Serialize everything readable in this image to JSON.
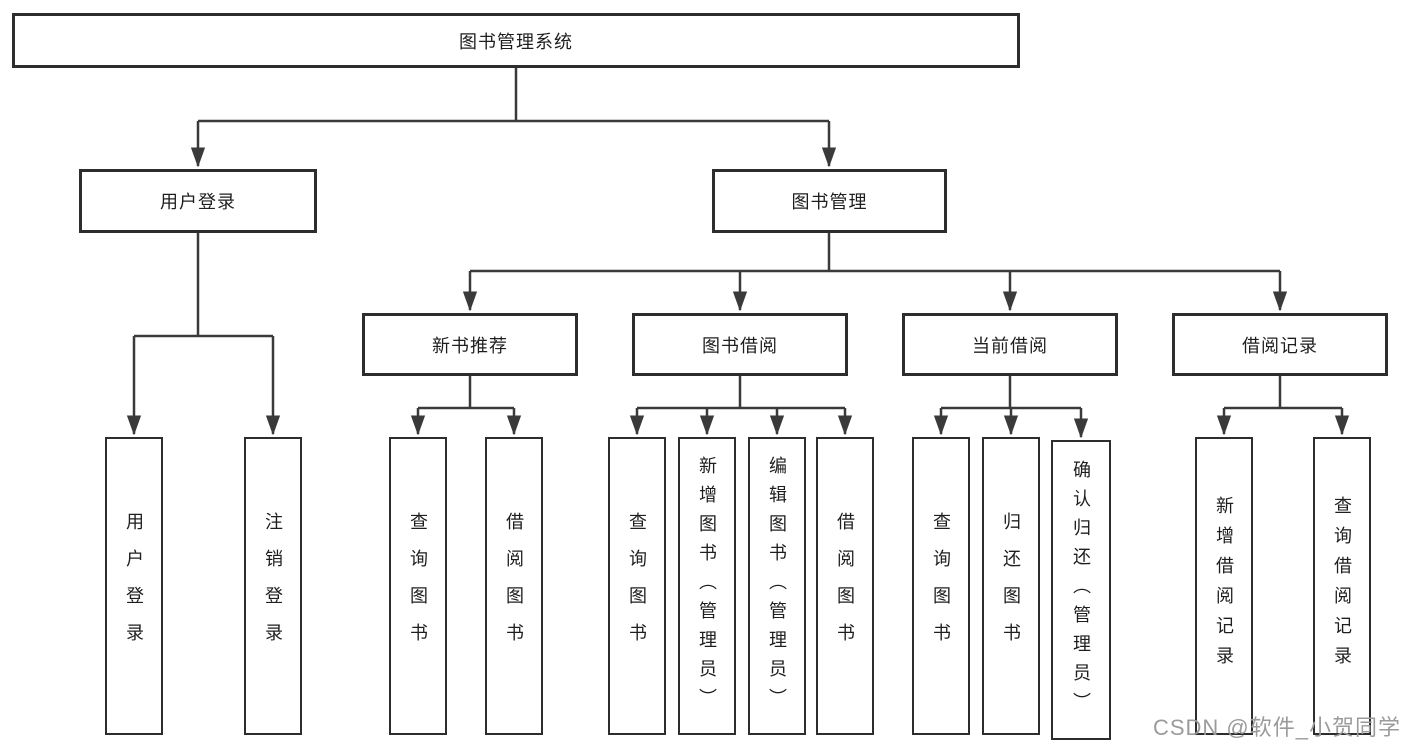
{
  "nodes": {
    "root": {
      "label": "图书管理系统"
    },
    "user_login": {
      "label": "用户登录"
    },
    "book_mgmt": {
      "label": "图书管理"
    },
    "new_book_rec": {
      "label": "新书推荐"
    },
    "book_borrow": {
      "label": "图书借阅"
    },
    "current_borrow": {
      "label": "当前借阅"
    },
    "borrow_record": {
      "label": "借阅记录"
    },
    "leaf_user_login": {
      "label": "用户登录"
    },
    "leaf_logout": {
      "label": "注销登录"
    },
    "leaf_query_book_1": {
      "label": "查询图书"
    },
    "leaf_borrow_book_1": {
      "label": "借阅图书"
    },
    "leaf_query_book_2": {
      "label": "查询图书"
    },
    "leaf_add_book": {
      "label": "新增图书（管理员）"
    },
    "leaf_edit_book": {
      "label": "编辑图书（管理员）"
    },
    "leaf_borrow_book_2": {
      "label": "借阅图书"
    },
    "leaf_query_book_3": {
      "label": "查询图书"
    },
    "leaf_return_book": {
      "label": "归还图书"
    },
    "leaf_confirm_return": {
      "label": "确认归还（管理员）"
    },
    "leaf_add_record": {
      "label": "新增借阅记录"
    },
    "leaf_query_record": {
      "label": "查询借阅记录"
    }
  },
  "hierarchy": {
    "图书管理系统": [
      "用户登录",
      "图书管理"
    ],
    "用户登录": [
      "用户登录",
      "注销登录"
    ],
    "图书管理": [
      "新书推荐",
      "图书借阅",
      "当前借阅",
      "借阅记录"
    ],
    "新书推荐": [
      "查询图书",
      "借阅图书"
    ],
    "图书借阅": [
      "查询图书",
      "新增图书（管理员）",
      "编辑图书（管理员）",
      "借阅图书"
    ],
    "当前借阅": [
      "查询图书",
      "归还图书",
      "确认归还（管理员）"
    ],
    "借阅记录": [
      "新增借阅记录",
      "查询借阅记录"
    ]
  },
  "watermark": {
    "text": "CSDN @软件_小贺同学"
  },
  "colors": {
    "line": "#3a3a3a",
    "box_border": "#2d2d2d",
    "text": "#1e1e1e",
    "watermark": "#9b9b9b",
    "background": "#ffffff"
  }
}
